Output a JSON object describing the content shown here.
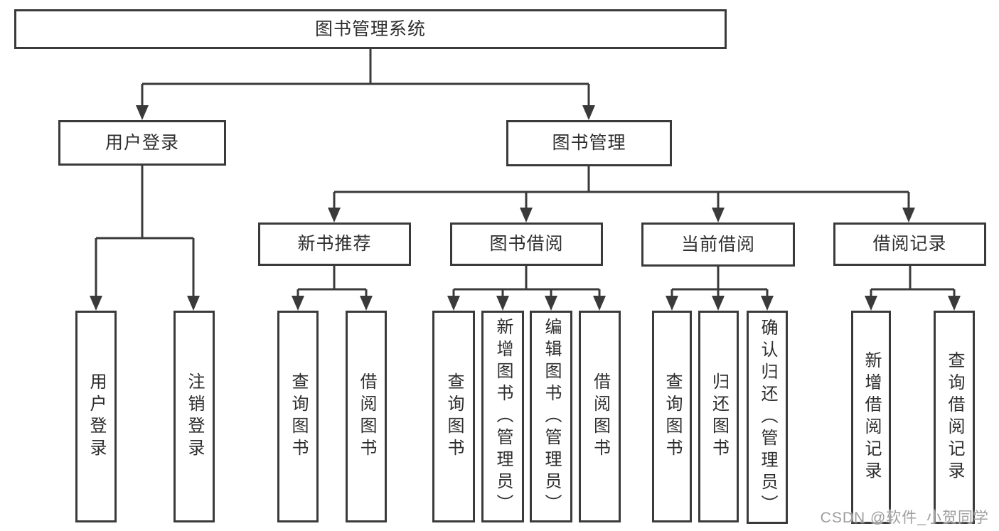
{
  "nodes": {
    "root": "图书管理系统",
    "user_login": "用户登录",
    "book_management": "图书管理",
    "new_book_recommend": "新书推荐",
    "book_borrow": "图书借阅",
    "current_borrow": "当前借阅",
    "borrow_record": "借阅记录",
    "leaf_user_login": "用户登录",
    "leaf_logout": "注销登录",
    "leaf_nbr_query": "查询图书",
    "leaf_nbr_borrow": "借阅图书",
    "leaf_bb_query": "查询图书",
    "leaf_bb_add": "新增图书（管理员）",
    "leaf_bb_edit": "编辑图书（管理员）",
    "leaf_bb_borrow": "借阅图书",
    "leaf_cb_query": "查询图书",
    "leaf_cb_return": "归还图书",
    "leaf_cb_confirm": "确认归还（管理员）",
    "leaf_br_add": "新增借阅记录",
    "leaf_br_query": "查询借阅记录"
  },
  "hierarchy": {
    "root": "图书管理系统",
    "children": [
      {
        "label": "用户登录",
        "children": [
          "用户登录",
          "注销登录"
        ]
      },
      {
        "label": "图书管理",
        "children": [
          {
            "label": "新书推荐",
            "children": [
              "查询图书",
              "借阅图书"
            ]
          },
          {
            "label": "图书借阅",
            "children": [
              "查询图书",
              "新增图书（管理员）",
              "编辑图书（管理员）",
              "借阅图书"
            ]
          },
          {
            "label": "当前借阅",
            "children": [
              "查询图书",
              "归还图书",
              "确认归还（管理员）"
            ]
          },
          {
            "label": "借阅记录",
            "children": [
              "新增借阅记录",
              "查询借阅记录"
            ]
          }
        ]
      }
    ]
  },
  "watermark": "CSDN @软件_小贺同学",
  "colors": {
    "line": "#3a3a3a",
    "text": "#2e2e2e",
    "watermark": "#9e9e9e",
    "background": "#ffffff"
  }
}
